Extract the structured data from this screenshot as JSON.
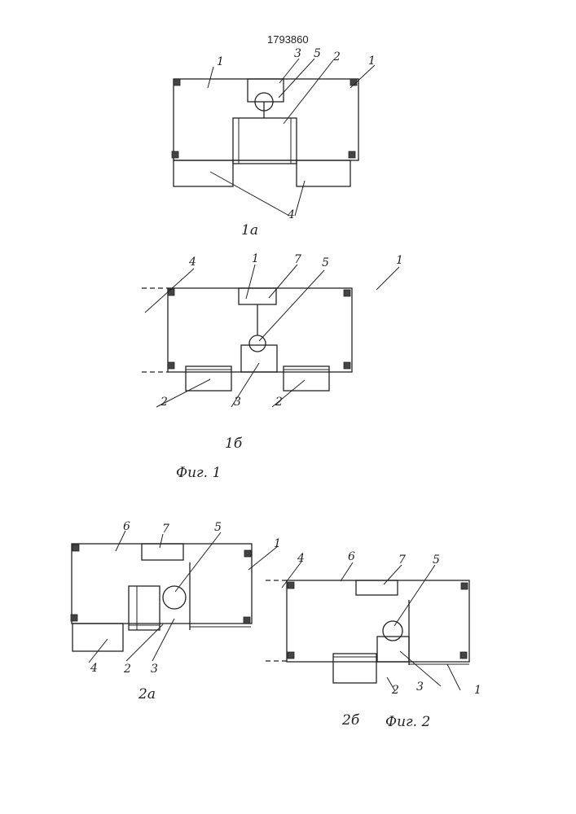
{
  "document_number": "1793860",
  "figure_1": {
    "caption": "Фиг. 1",
    "part_a": {
      "label": "1а",
      "callouts": [
        "1",
        "3",
        "5",
        "2",
        "1",
        "4"
      ]
    },
    "part_b": {
      "label": "1б",
      "callouts": [
        "4",
        "1",
        "7",
        "5",
        "1",
        "2",
        "3",
        "2"
      ]
    }
  },
  "figure_2": {
    "caption": "Фиг. 2",
    "part_a": {
      "label": "2а",
      "callouts": [
        "6",
        "7",
        "5",
        "1",
        "4",
        "2",
        "3"
      ]
    },
    "part_b": {
      "label": "2б",
      "callouts": [
        "4",
        "6",
        "7",
        "5",
        "2",
        "3",
        "1"
      ]
    }
  }
}
